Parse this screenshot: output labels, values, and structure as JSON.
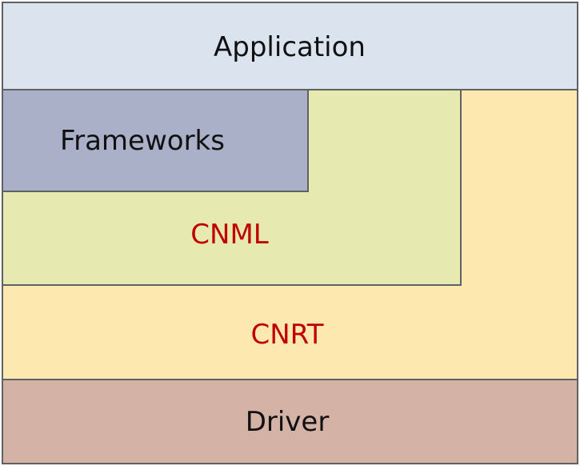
{
  "diagram": {
    "layers": {
      "application": {
        "label": "Application",
        "fill": "#dbe4ee",
        "text_color": "#111111"
      },
      "frameworks": {
        "label": "Frameworks",
        "fill": "#a9b0c8",
        "text_color": "#111111"
      },
      "cnml": {
        "label": "CNML",
        "fill": "#e6eab0",
        "text_color": "#c00000"
      },
      "cnrt": {
        "label": "CNRT",
        "fill": "#fde8b0",
        "text_color": "#c00000"
      },
      "driver": {
        "label": "Driver",
        "fill": "#d4b2a6",
        "text_color": "#111111"
      }
    },
    "border_color": "#5f6163"
  }
}
